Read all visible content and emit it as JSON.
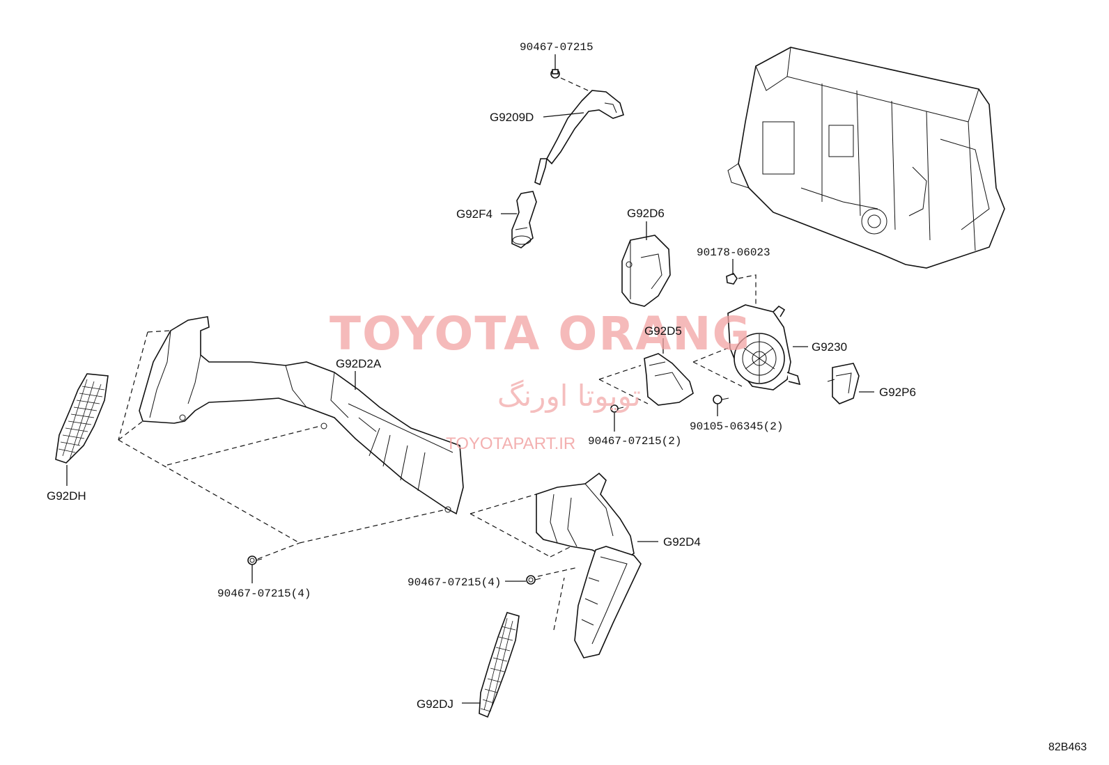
{
  "labels": {
    "bolt_top": "90467-07215",
    "g9209d": "G9209D",
    "g92f4": "G92F4",
    "g92d6": "G92D6",
    "nut_90178": "90178-06023",
    "g92d5": "G92D5",
    "g9230": "G9230",
    "g92d2a": "G92D2A",
    "g92p6": "G92P6",
    "bolt_d5": "90467-07215(2)",
    "bolt_90105": "90105-06345(2)",
    "g92dh": "G92DH",
    "g92d4": "G92D4",
    "bolt_left": "90467-07215(4)",
    "bolt_mid": "90467-07215(4)",
    "g92dj": "G92DJ"
  },
  "watermark": {
    "title": "TOYOTA ORANG",
    "persian": "تویوتا اورنگ",
    "url": "TOYOTAPART.IR",
    "color": "#f2a3a3"
  },
  "figure_code": "82B463"
}
